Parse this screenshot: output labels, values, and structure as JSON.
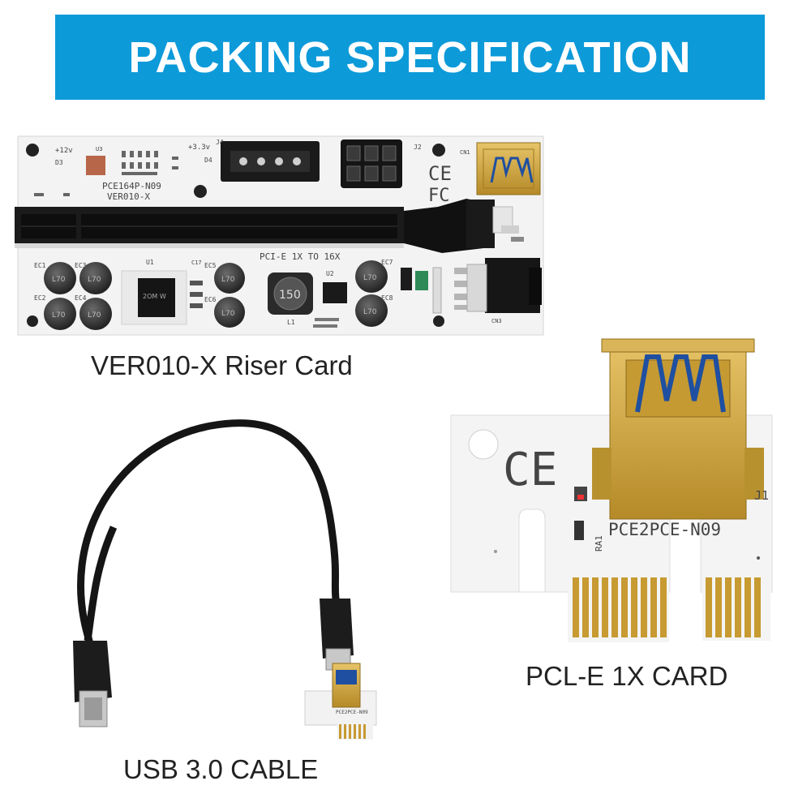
{
  "banner": {
    "title": "PACKING SPECIFICATION",
    "color": "#0d9ad9"
  },
  "riser_card": {
    "caption": "VER010-X Riser Card",
    "silk": {
      "model": "PCE164P-N09",
      "version": "VER010-X",
      "route": "PCI-E 1X TO 16X",
      "plus12v": "+12v",
      "plus33v": "+3.3v",
      "u3": "U3",
      "u1": "U1",
      "u2": "U2",
      "j4": "J4",
      "j2": "J2",
      "cn1": "CN1",
      "cn3": "CN3",
      "d3": "D3",
      "d4": "D4",
      "l1": "L1",
      "ec1": "EC1",
      "ec2": "EC2",
      "ec3": "EC3",
      "ec4": "EC4",
      "ec5": "EC5",
      "ec6": "EC6",
      "ec7": "EC7",
      "ec8": "EC8",
      "ce": "CE",
      "fc": "FC",
      "inductor": "150",
      "cap_mark": "L70",
      "chip_mark": "2OM W"
    }
  },
  "pcie_card": {
    "caption": "PCL-E 1X CARD",
    "silk": {
      "model": "PCE2PCE-N09",
      "j1": "J1",
      "ce": "CE",
      "ra1": "RA1"
    }
  },
  "cable": {
    "caption": "USB 3.0 CABLE",
    "mini_model": "PCE2PCE-N09"
  },
  "colors": {
    "gold": "#c9a23b",
    "usb_blue": "#1f4fa0",
    "pcb_white": "#f2f2f2"
  }
}
